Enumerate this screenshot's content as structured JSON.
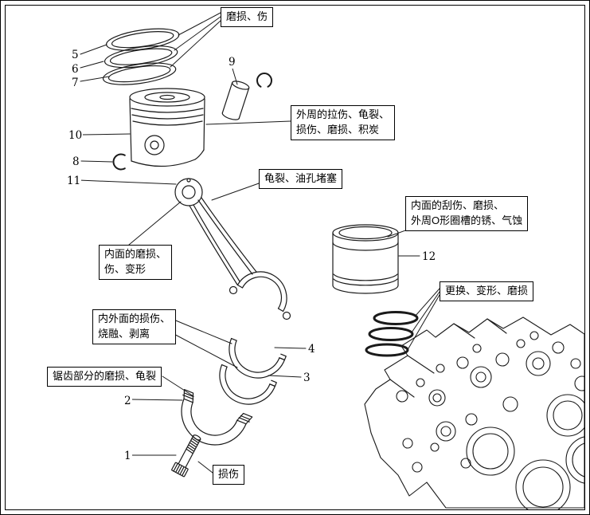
{
  "figure": {
    "callout_labels": {
      "rings": "磨损、伤",
      "piston_outer": "外周的拉伤、龟裂、\n损伤、磨损、积炭",
      "rod": "龟裂、油孔堵塞",
      "liner": "内面的刮伤、磨损、\n外周O形圈槽的锈、气蚀",
      "small_end": "内面的磨损、\n伤、变形",
      "orings": "更换、变形、磨损",
      "bearings": "内外面的损伤、\n烧融、剥离",
      "cap": "锯齿部分的磨损、龟裂",
      "bolt": "损伤"
    },
    "part_numbers": {
      "n1": "1",
      "n2": "2",
      "n3": "3",
      "n4": "4",
      "n5": "5",
      "n6": "6",
      "n7": "7",
      "n8": "8",
      "n9": "9",
      "n10": "10",
      "n11": "11",
      "n12": "12"
    }
  }
}
